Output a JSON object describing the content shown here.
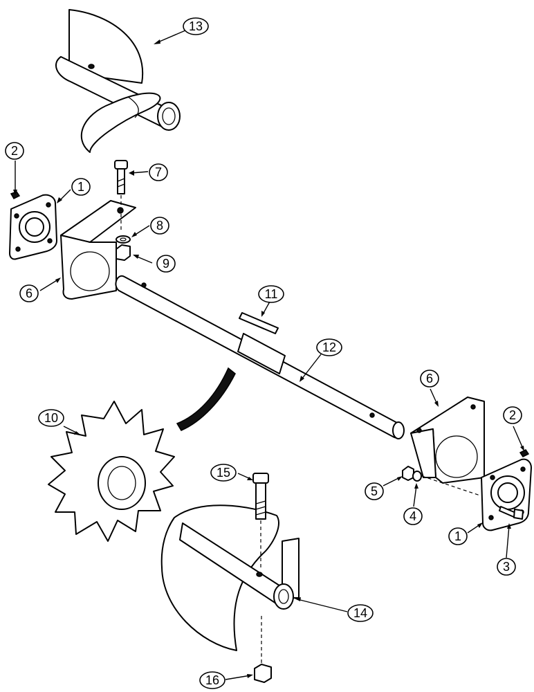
{
  "callouts": [
    {
      "id": "c1a",
      "label": "1"
    },
    {
      "id": "c1b",
      "label": "1"
    },
    {
      "id": "c2a",
      "label": "2"
    },
    {
      "id": "c2b",
      "label": "2"
    },
    {
      "id": "c3",
      "label": "3"
    },
    {
      "id": "c4",
      "label": "4"
    },
    {
      "id": "c5",
      "label": "5"
    },
    {
      "id": "c6a",
      "label": "6"
    },
    {
      "id": "c6b",
      "label": "6"
    },
    {
      "id": "c7",
      "label": "7"
    },
    {
      "id": "c8",
      "label": "8"
    },
    {
      "id": "c9",
      "label": "9"
    },
    {
      "id": "c10",
      "label": "10"
    },
    {
      "id": "c11",
      "label": "11"
    },
    {
      "id": "c12",
      "label": "12"
    },
    {
      "id": "c13",
      "label": "13"
    },
    {
      "id": "c14",
      "label": "14"
    },
    {
      "id": "c15",
      "label": "15"
    },
    {
      "id": "c16",
      "label": "16"
    }
  ],
  "colors": {
    "line": "#000000",
    "background": "#ffffff"
  }
}
